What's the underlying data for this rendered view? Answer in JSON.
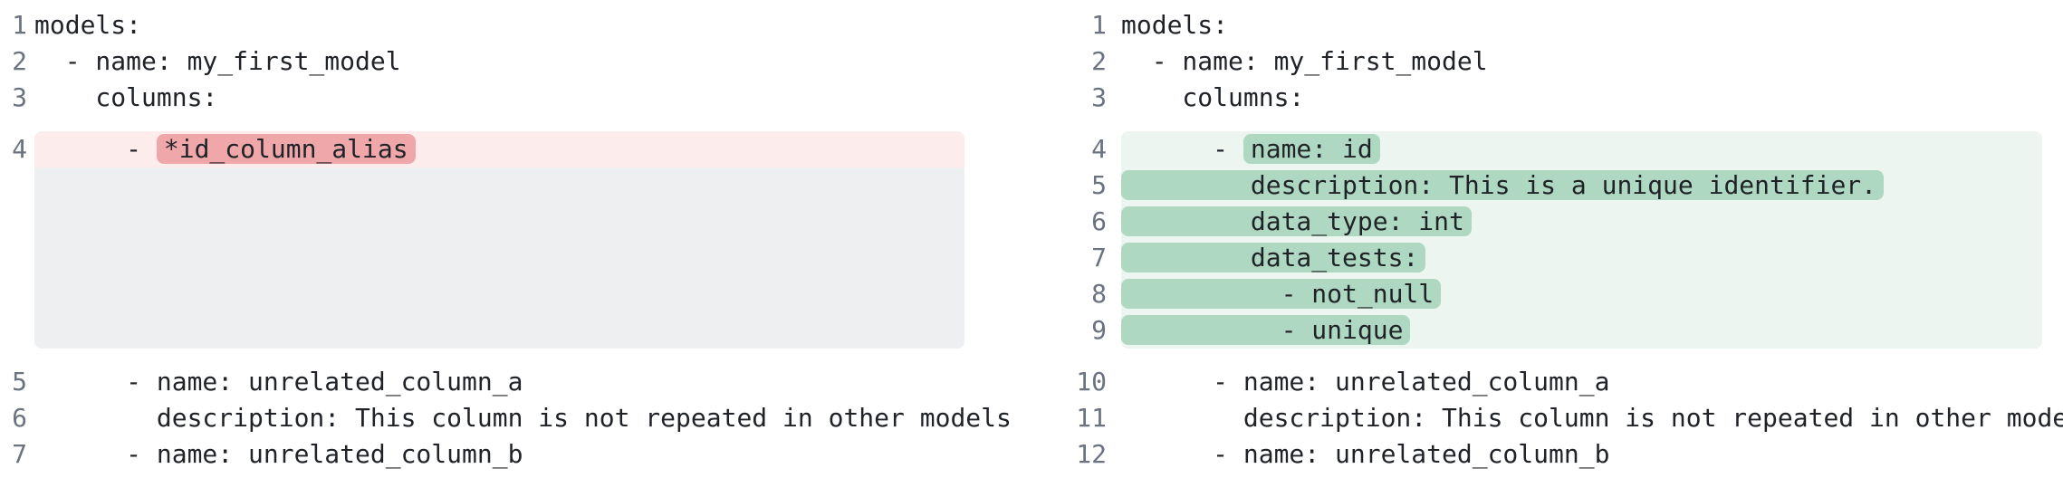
{
  "colors": {
    "code_text": "#1f2328",
    "line_number": "#6b7280",
    "removed_line_bg": "#fcecec",
    "removed_token_bg": "#efa7a9",
    "added_line_bg": "#ecf5f0",
    "added_token_bg": "#aed8c1",
    "filler_bg": "#edeff1"
  },
  "panes": [
    {
      "id": "before",
      "lines": [
        {
          "num": "1",
          "kind": "context",
          "segments": [
            {
              "t": "models:"
            }
          ]
        },
        {
          "num": "2",
          "kind": "context",
          "segments": [
            {
              "t": "  - name: my_first_model"
            }
          ]
        },
        {
          "num": "3",
          "kind": "context",
          "segments": [
            {
              "t": "    columns:"
            }
          ]
        },
        {
          "num": "4",
          "kind": "removed",
          "segments": [
            {
              "t": "      - "
            },
            {
              "t": "*id_column_alias",
              "mark": true
            }
          ]
        },
        {
          "kind": "filler",
          "rows": 5
        },
        {
          "num": "5",
          "kind": "context",
          "segments": [
            {
              "t": "      - name: unrelated_column_a"
            }
          ]
        },
        {
          "num": "6",
          "kind": "context",
          "segments": [
            {
              "t": "        description: This column is not repeated in other models"
            }
          ]
        },
        {
          "num": "7",
          "kind": "context",
          "segments": [
            {
              "t": "      - name: unrelated_column_b"
            }
          ]
        }
      ]
    },
    {
      "id": "after",
      "lines": [
        {
          "num": "1",
          "kind": "context",
          "segments": [
            {
              "t": "models:"
            }
          ]
        },
        {
          "num": "2",
          "kind": "context",
          "segments": [
            {
              "t": "  - name: my_first_model"
            }
          ]
        },
        {
          "num": "3",
          "kind": "context",
          "segments": [
            {
              "t": "    columns:"
            }
          ]
        },
        {
          "num": "4",
          "kind": "added",
          "segments": [
            {
              "t": "      - "
            },
            {
              "t": "name: id",
              "mark": true
            }
          ]
        },
        {
          "num": "5",
          "kind": "added",
          "segments": [
            {
              "t": "        description: This is a unique identifier.",
              "mark": true
            }
          ]
        },
        {
          "num": "6",
          "kind": "added",
          "segments": [
            {
              "t": "        data_type: int",
              "mark": true
            }
          ]
        },
        {
          "num": "7",
          "kind": "added",
          "segments": [
            {
              "t": "        data_tests:",
              "mark": true
            }
          ]
        },
        {
          "num": "8",
          "kind": "added",
          "segments": [
            {
              "t": "          - not_null",
              "mark": true
            }
          ]
        },
        {
          "num": "9",
          "kind": "added",
          "segments": [
            {
              "t": "          - unique",
              "mark": true
            }
          ]
        },
        {
          "num": "10",
          "kind": "context",
          "segments": [
            {
              "t": "      - name: unrelated_column_a"
            }
          ]
        },
        {
          "num": "11",
          "kind": "context",
          "segments": [
            {
              "t": "        description: This column is not repeated in other models"
            }
          ]
        },
        {
          "num": "12",
          "kind": "context",
          "segments": [
            {
              "t": "      - name: unrelated_column_b"
            }
          ]
        }
      ]
    }
  ]
}
